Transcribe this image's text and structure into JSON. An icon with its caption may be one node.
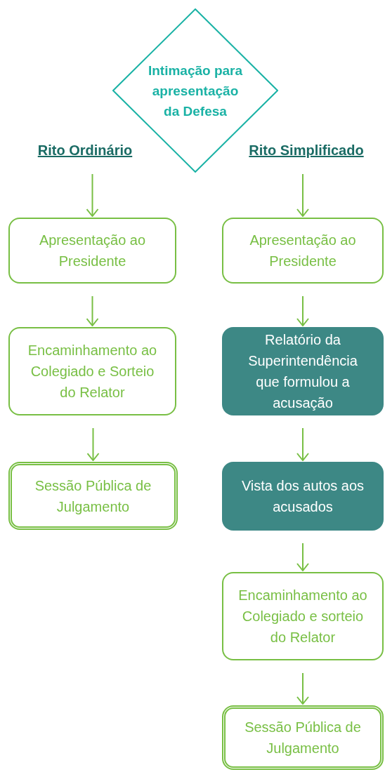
{
  "diagram": {
    "nodes": [
      {
        "text": [
          "Intimação para apresentação da Defesa"
        ]
      },
      {
        "text": [
          "Rito Ordinário"
        ]
      },
      {
        "text": [
          "Rito Simplificado"
        ]
      },
      {
        "text": [
          "Apresentação ao Presidente"
        ]
      },
      {
        "text": [
          "Encaminhamento ao Colegiado e Sorteio do Relator"
        ]
      },
      {
        "text": [
          "Sessão Pública de Julgamento"
        ]
      },
      {
        "text": [
          "Apresentação ao Presidente"
        ]
      },
      {
        "text": [
          "Relatório da Superintendência que formulou a acusação"
        ]
      },
      {
        "text": [
          "Vista dos autos aos acusados"
        ]
      },
      {
        "text": [
          "Encaminhamento ao Colegiado e sorteio do Relator"
        ]
      },
      {
        "text": [
          "Sessão Pública de Julgamento"
        ]
      }
    ],
    "edges": [
      {
        "from": 1,
        "to": 3,
        "arrow": "to"
      },
      {
        "from": 3,
        "to": 4,
        "arrow": "to"
      },
      {
        "from": 4,
        "to": 5,
        "arrow": "to"
      },
      {
        "from": 2,
        "to": 6,
        "arrow": "to"
      },
      {
        "from": 6,
        "to": 7,
        "arrow": "to"
      },
      {
        "from": 7,
        "to": 8,
        "arrow": "to"
      },
      {
        "from": 8,
        "to": 9,
        "arrow": "to"
      },
      {
        "from": 9,
        "to": 10,
        "arrow": "to"
      }
    ]
  }
}
